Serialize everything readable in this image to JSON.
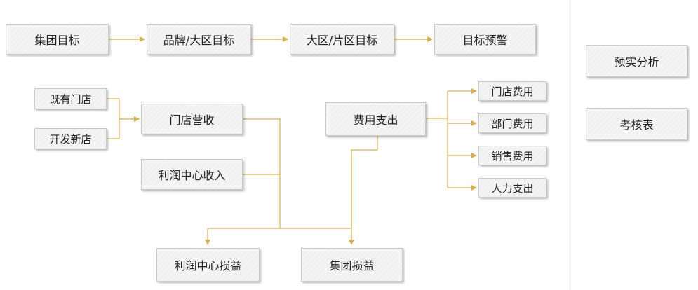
{
  "colors": {
    "connector": "#d8b14a",
    "box_fill": "#f1f1f1",
    "box_border": "#c9c9c9",
    "divider": "#9a9a9a"
  },
  "nodes": {
    "group_target": "集团目标",
    "brand_region_target": "品牌/大区目标",
    "region_area_target": "大区/片区目标",
    "target_warning": "目标预警",
    "existing_stores": "既有门店",
    "new_stores": "开发新店",
    "store_revenue": "门店营收",
    "profit_center_income": "利润中心收入",
    "expense": "费用支出",
    "store_expense": "门店费用",
    "department_expense": "部门费用",
    "sales_expense": "销售费用",
    "hr_expense": "人力支出",
    "profit_center_pl": "利润中心损益",
    "group_pl": "集团损益",
    "budget_actual_analysis": "预实分析",
    "assessment_table": "考核表"
  }
}
